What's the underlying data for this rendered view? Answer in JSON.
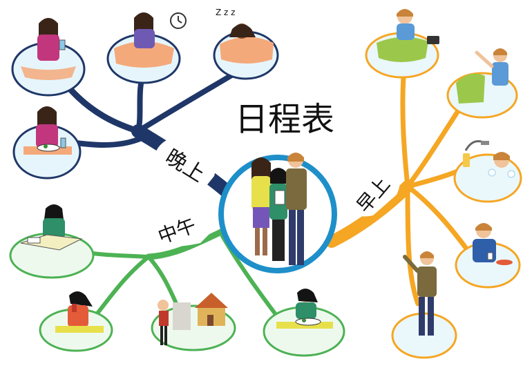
{
  "title": "日程表",
  "branches": {
    "evening": {
      "label": "晚上",
      "color": "#1f3768"
    },
    "noon": {
      "label": "中午",
      "color": "#4db254"
    },
    "morning": {
      "label": "早上",
      "color": "#f5a623"
    }
  },
  "icons": {
    "sleep_mark": "Z z z"
  }
}
